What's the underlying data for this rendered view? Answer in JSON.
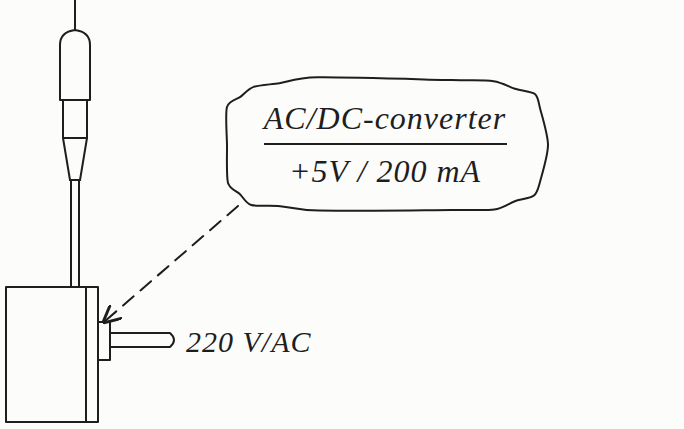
{
  "diagram": {
    "nodes": [
      {
        "text": [
          "AC/DC-converter",
          "+5V / 200 mA"
        ]
      }
    ],
    "labels": [
      "220 V/AC"
    ]
  }
}
